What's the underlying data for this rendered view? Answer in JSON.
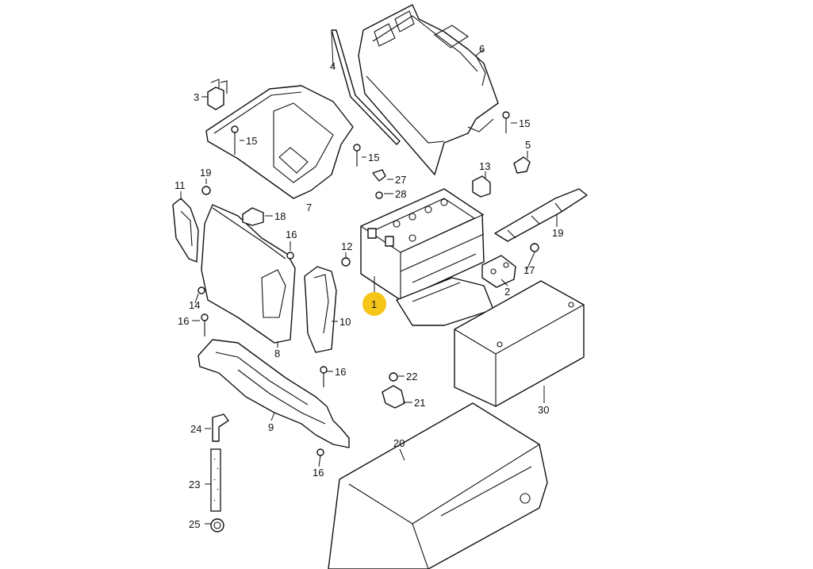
{
  "diagram": {
    "highlight_color": "#f5c518",
    "labels": {
      "p1": "1",
      "p2": "2",
      "p3": "3",
      "p4": "4",
      "p5": "5",
      "p6": "6",
      "p7": "7",
      "p8": "8",
      "p9": "9",
      "p10": "10",
      "p11": "11",
      "p12": "12",
      "p13": "13",
      "p14": "14",
      "p15a": "15",
      "p15b": "15",
      "p15c": "15",
      "p16a": "16",
      "p16b": "16",
      "p16c": "16",
      "p16d": "16",
      "p17": "17",
      "p18": "18",
      "p19a": "19",
      "p19b": "19",
      "p20": "20",
      "p21": "21",
      "p22": "22",
      "p23": "23",
      "p24": "24",
      "p25": "25",
      "p27": "27",
      "p28": "28",
      "p30": "30"
    }
  }
}
